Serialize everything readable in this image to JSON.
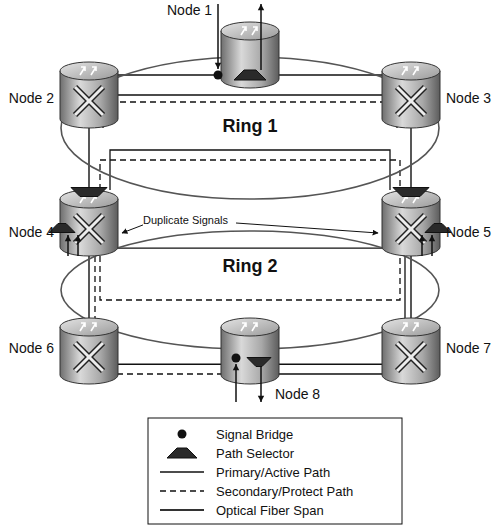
{
  "diagram": {
    "nodes": [
      {
        "text": [
          "Node 1"
        ]
      },
      {
        "text": [
          "Node 2"
        ]
      },
      {
        "text": [
          "Node 3"
        ]
      },
      {
        "text": [
          "Ring 1"
        ]
      },
      {
        "text": [
          "Node 4"
        ]
      },
      {
        "text": [
          "Node 5"
        ]
      },
      {
        "text": [
          "Ring 2"
        ]
      },
      {
        "text": [
          "Node 6"
        ]
      },
      {
        "text": [
          "Node 7"
        ]
      },
      {
        "text": [
          "Node 8"
        ]
      }
    ],
    "edges": [
      {
        "from": 0,
        "to": 1,
        "arrow": "none"
      },
      {
        "from": 0,
        "to": 2,
        "arrow": "none"
      },
      {
        "from": 1,
        "to": 4,
        "arrow": "none"
      },
      {
        "from": 2,
        "to": 5,
        "arrow": "none"
      },
      {
        "from": 4,
        "to": 5,
        "arrow": "none"
      },
      {
        "from": 4,
        "to": 7,
        "arrow": "none"
      },
      {
        "from": 5,
        "to": 8,
        "arrow": "none"
      },
      {
        "from": 7,
        "to": 9,
        "arrow": "none"
      },
      {
        "from": 9,
        "to": 8,
        "arrow": "none"
      }
    ],
    "labels": [
      "Duplicate Signals"
    ],
    "legend": [
      {
        "text": "Signal Bridge"
      },
      {
        "text": "Path Selector"
      },
      {
        "text": "Primary/Active Path"
      },
      {
        "text": "Secondary/Protect Path"
      },
      {
        "text": "Optical Fiber Span"
      }
    ]
  }
}
